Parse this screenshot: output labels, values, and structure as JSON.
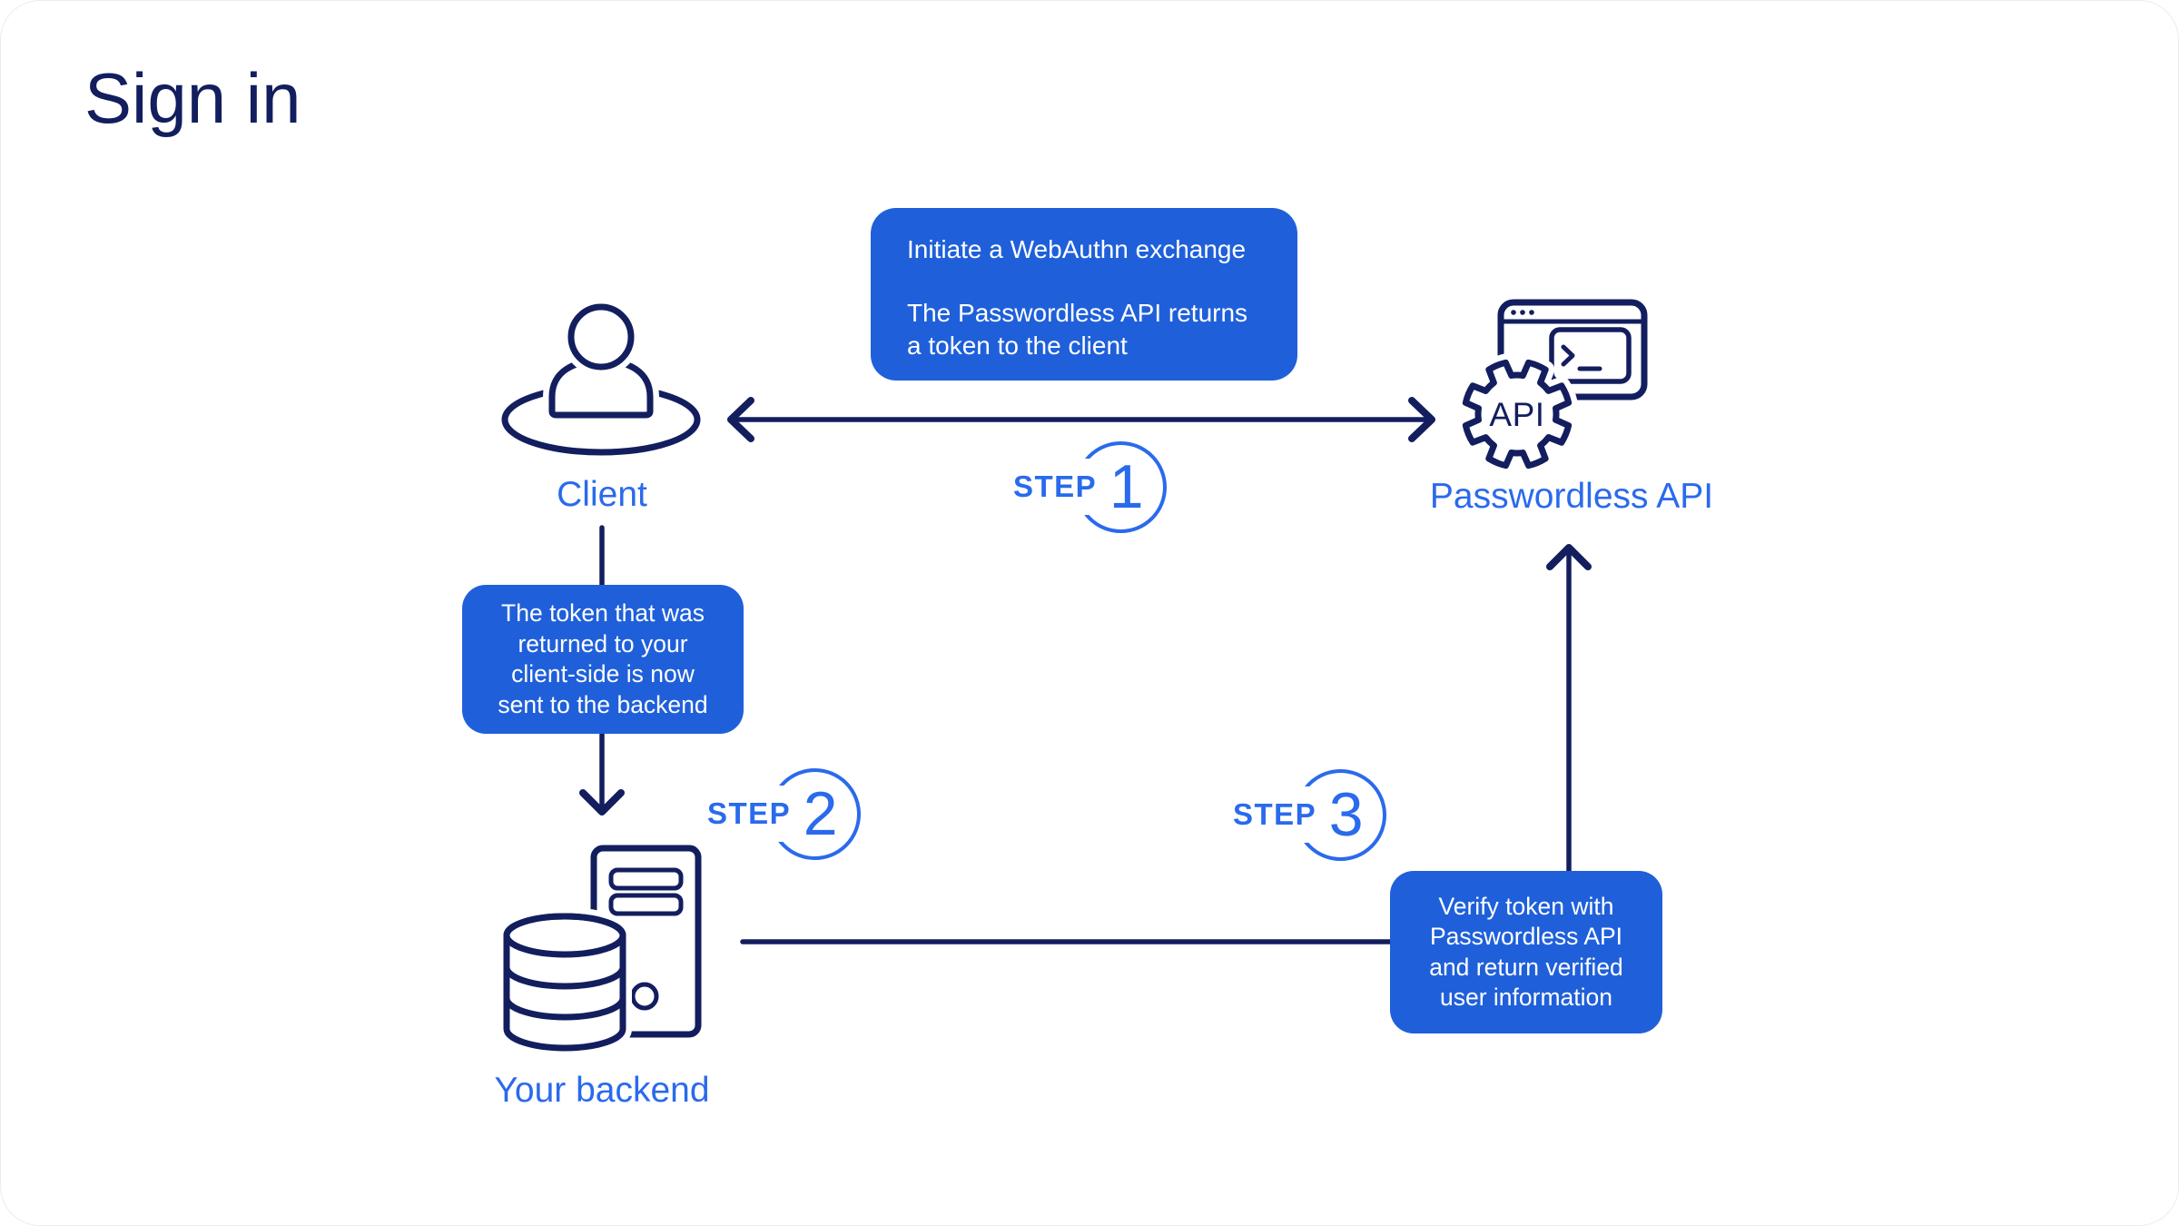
{
  "page": {
    "title": "Sign in"
  },
  "colors": {
    "navy": "#131e5e",
    "accent": "#2a6aec",
    "callout_bg": "#1f60da",
    "text_on_blue": "#ffffff"
  },
  "nodes": {
    "client": {
      "label": "Client",
      "icon": "person-in-ellipse-icon"
    },
    "passwordless_api": {
      "label": "Passwordless API",
      "icon": "browser-terminal-gear-icon",
      "gear_text": "API"
    },
    "backend": {
      "label": "Your backend",
      "icon": "server-database-icon"
    }
  },
  "callouts": {
    "initiate": {
      "paragraph1": "Initiate a WebAuthn exchange",
      "paragraph2_lines": [
        "The Passwordless API returns",
        "a token to the client"
      ]
    },
    "token": {
      "lines": [
        "The token that was",
        "returned to your",
        "client-side is now",
        "sent to the backend"
      ]
    },
    "verify": {
      "lines": [
        "Verify token with",
        "Passwordless API",
        "and return verified",
        "user information"
      ]
    }
  },
  "steps": [
    {
      "label": "STEP",
      "number": "1"
    },
    {
      "label": "STEP",
      "number": "2"
    },
    {
      "label": "STEP",
      "number": "3"
    }
  ]
}
